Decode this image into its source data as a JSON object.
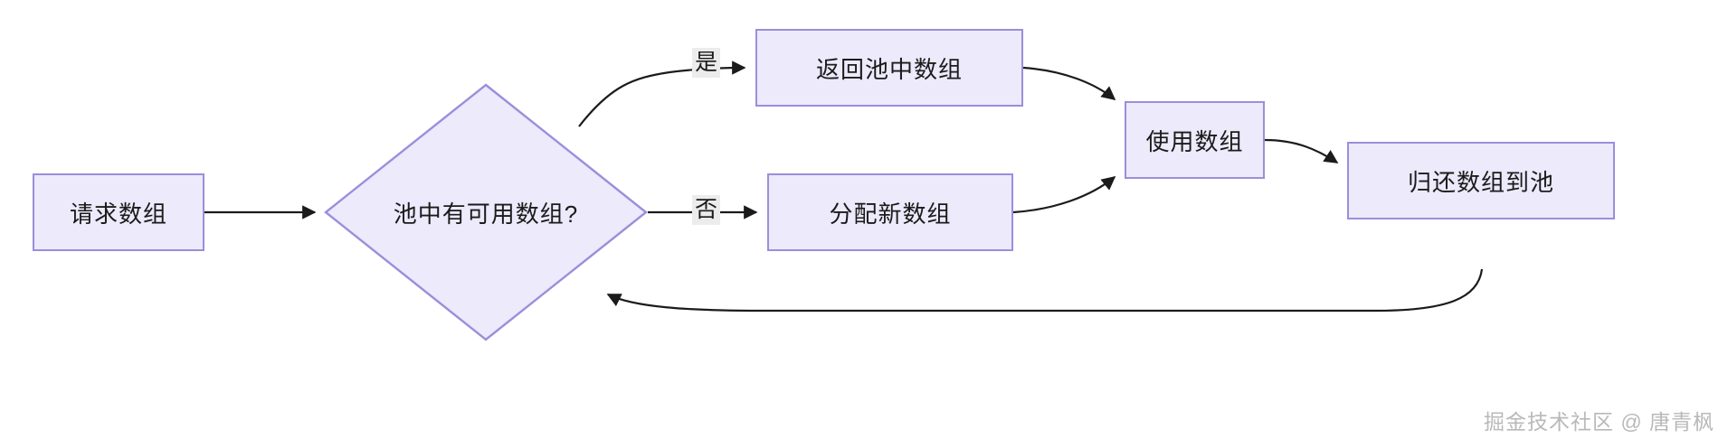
{
  "diagram": {
    "type": "flowchart",
    "title": "",
    "colors": {
      "node_fill": "#ECEAFB",
      "node_border": "#9A8FDB",
      "edge_stroke": "#1b1b1b",
      "edge_label_bg": "#ECECEC",
      "text": "#1b1b1b",
      "background": "#ffffff",
      "watermark": "#b9b9b9"
    },
    "nodes": [
      {
        "id": "request",
        "label": "请求数组",
        "shape": "rect"
      },
      {
        "id": "decision",
        "label": "池中有可用数组?",
        "shape": "diamond"
      },
      {
        "id": "reuse",
        "label": "返回池中数组",
        "shape": "rect"
      },
      {
        "id": "allocate",
        "label": "分配新数组",
        "shape": "rect"
      },
      {
        "id": "use",
        "label": "使用数组",
        "shape": "rect"
      },
      {
        "id": "return",
        "label": "归还数组到池",
        "shape": "rect"
      }
    ],
    "edges": [
      {
        "from": "request",
        "to": "decision",
        "label": ""
      },
      {
        "from": "decision",
        "to": "reuse",
        "label": "是"
      },
      {
        "from": "decision",
        "to": "allocate",
        "label": "否"
      },
      {
        "from": "reuse",
        "to": "use",
        "label": ""
      },
      {
        "from": "allocate",
        "to": "use",
        "label": ""
      },
      {
        "from": "use",
        "to": "return",
        "label": ""
      },
      {
        "from": "return",
        "to": "decision",
        "label": ""
      }
    ],
    "edge_labels": {
      "yes": "是",
      "no": "否"
    }
  },
  "watermark": {
    "text": "掘金技术社区 @ 唐青枫"
  }
}
